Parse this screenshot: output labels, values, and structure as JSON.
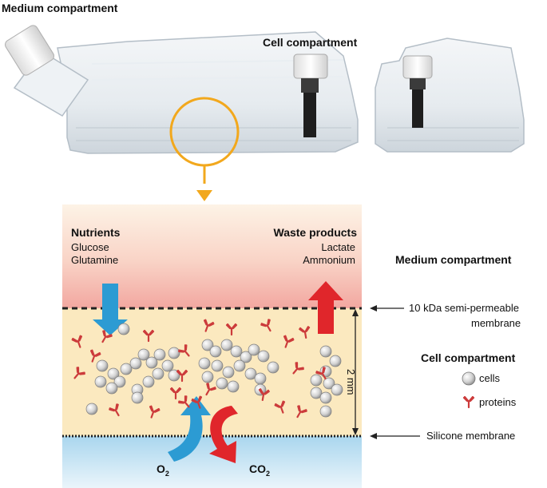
{
  "photo": {
    "medium_compartment_label": "Medium compartment",
    "cell_compartment_label": "Cell compartment"
  },
  "inputs": {
    "title": "Nutrients",
    "items": [
      "Glucose",
      "Glutamine"
    ]
  },
  "outputs": {
    "title": "Waste products",
    "items": [
      "Lactate",
      "Ammonium"
    ]
  },
  "side_labels": {
    "medium_compartment": "Medium compartment",
    "membrane_top_line1": "10 kDa semi-permeable",
    "membrane_top_line2": "membrane",
    "height": "2 mm",
    "cell_compartment": "Cell compartment",
    "cells": "cells",
    "proteins": "proteins",
    "silicone_membrane": "Silicone membrane"
  },
  "gases": {
    "oxygen": "O",
    "oxygen_sub": "2",
    "carbon_dioxide": "CO",
    "carbon_dioxide_sub": "2"
  },
  "colors": {
    "medium_gradient_top": "#fdf3e6",
    "medium_gradient_bottom": "#f2a7a0",
    "cell_layer": "#fbe9bf",
    "gas_layer": "#a9d6ee",
    "nutrient_arrow": "#2c9bd3",
    "waste_arrow": "#e0262b",
    "highlight_ring": "#f2a81d",
    "cell_fill": "#d7d7d7",
    "protein": "#cc3b3b"
  }
}
